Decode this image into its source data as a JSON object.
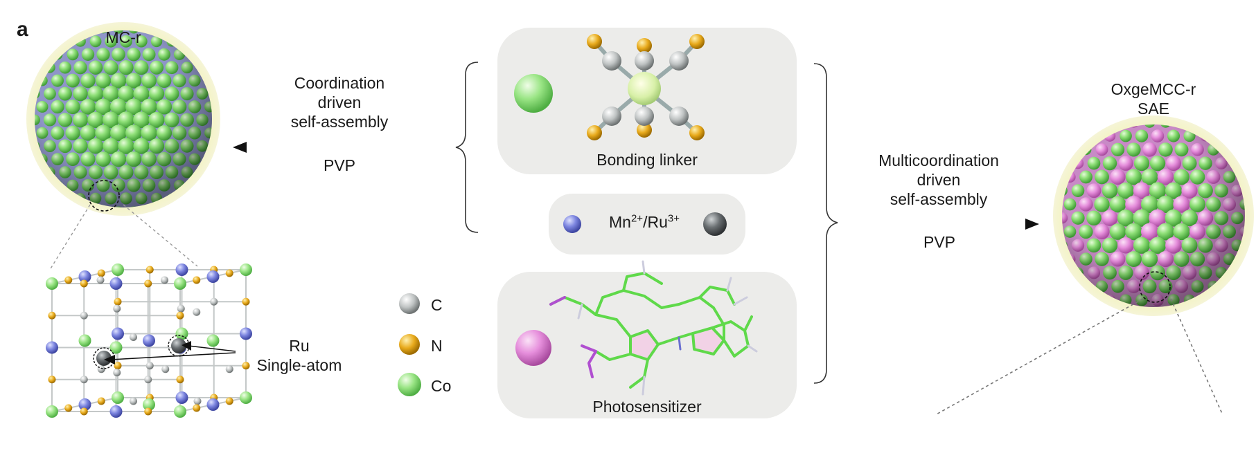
{
  "panel_label": "a",
  "mc_r": {
    "title": "MC-r"
  },
  "left_arrow": {
    "line1": "Coordination",
    "line2": "driven",
    "line3": "self-assembly",
    "below": "PVP"
  },
  "bonding_linker": {
    "label": "Bonding linker"
  },
  "ions": {
    "mn": "Mn",
    "mn_charge": "2+",
    "sep": "/",
    "ru": "Ru",
    "ru_charge": "3+"
  },
  "photosensitizer": {
    "label": "Photosensitizer"
  },
  "right_arrow": {
    "line1": "Multicoordination",
    "line2": "driven",
    "line3": "self-assembly",
    "below": "PVP"
  },
  "product": {
    "line1": "OxgeMCC-r",
    "line2": "SAE"
  },
  "ru_single_atom": {
    "line1": "Ru",
    "line2": "Single-atom"
  },
  "legend": [
    {
      "symbol": "C",
      "color": "#bfc3c3"
    },
    {
      "symbol": "N",
      "color": "#e8aa1c"
    },
    {
      "symbol": "Co",
      "color": "#9be68a"
    }
  ],
  "colors": {
    "co_green": "#7fe06a",
    "mn_blue": "#7d86e0",
    "ru_gray": "#6a6f72",
    "photosensitizer_pink": "#e27fd6",
    "glow": "#f2f0b4"
  }
}
